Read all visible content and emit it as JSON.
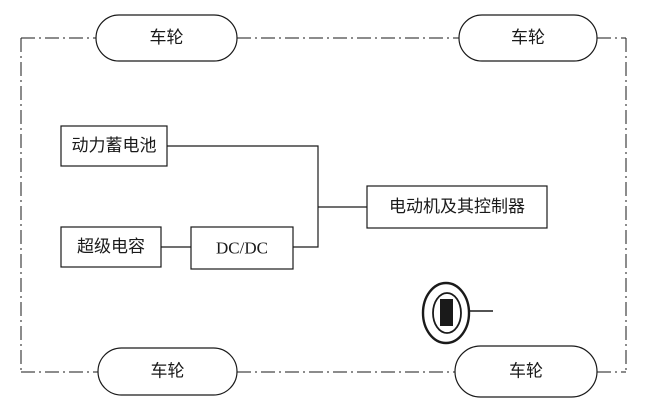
{
  "wheels": {
    "front_left": "车轮",
    "front_right": "车轮",
    "rear_left": "车轮",
    "rear_right": "车轮"
  },
  "components": {
    "battery": "动力蓄电池",
    "supercapacitor": "超级电容",
    "converter": "DC/DC",
    "motor_controller": "电动机及其控制器"
  },
  "steering_icon": "steering-wheel-icon"
}
